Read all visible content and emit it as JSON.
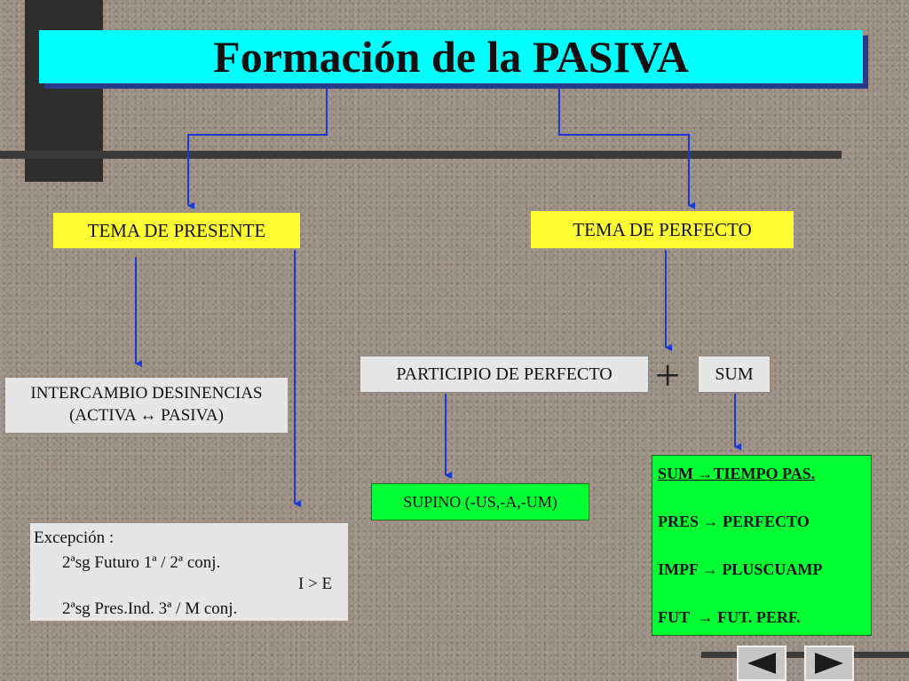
{
  "title": "Formación de la PASIVA",
  "colors": {
    "title_bg": "#00ffff",
    "yellow": "#ffff33",
    "green": "#00ff33",
    "connector": "#1a3ad6",
    "light_box": "#e6e6e6"
  },
  "tema_presente": {
    "label": "TEMA DE PRESENTE"
  },
  "tema_perfecto": {
    "label": "TEMA DE PERFECTO"
  },
  "intercambio": {
    "line1": "INTERCAMBIO DESINENCIAS",
    "line2": "(ACTIVA ↔ PASIVA)"
  },
  "participio": {
    "label": "PARTICIPIO DE PERFECTO"
  },
  "plus_symbol": "+",
  "sum": {
    "label": "SUM"
  },
  "supino": {
    "label": "SUPINO (-US,-A,-UM)"
  },
  "excepcion": {
    "heading": "Excepción :",
    "line1": "2ªsg Futuro 1ª / 2ª conj.",
    "line2": "2ªsg Pres.Ind. 3ª / M conj.",
    "result": "I > E"
  },
  "tiempos": {
    "header": "SUM →TIEMPO PAS.",
    "rows": [
      "PRES → PERFECTO",
      "IMPF → PLUSCUAMP",
      "FUT  → FUT. PERF."
    ]
  },
  "nav": {
    "prev_icon": "triangle-left-icon",
    "next_icon": "triangle-right-icon"
  }
}
